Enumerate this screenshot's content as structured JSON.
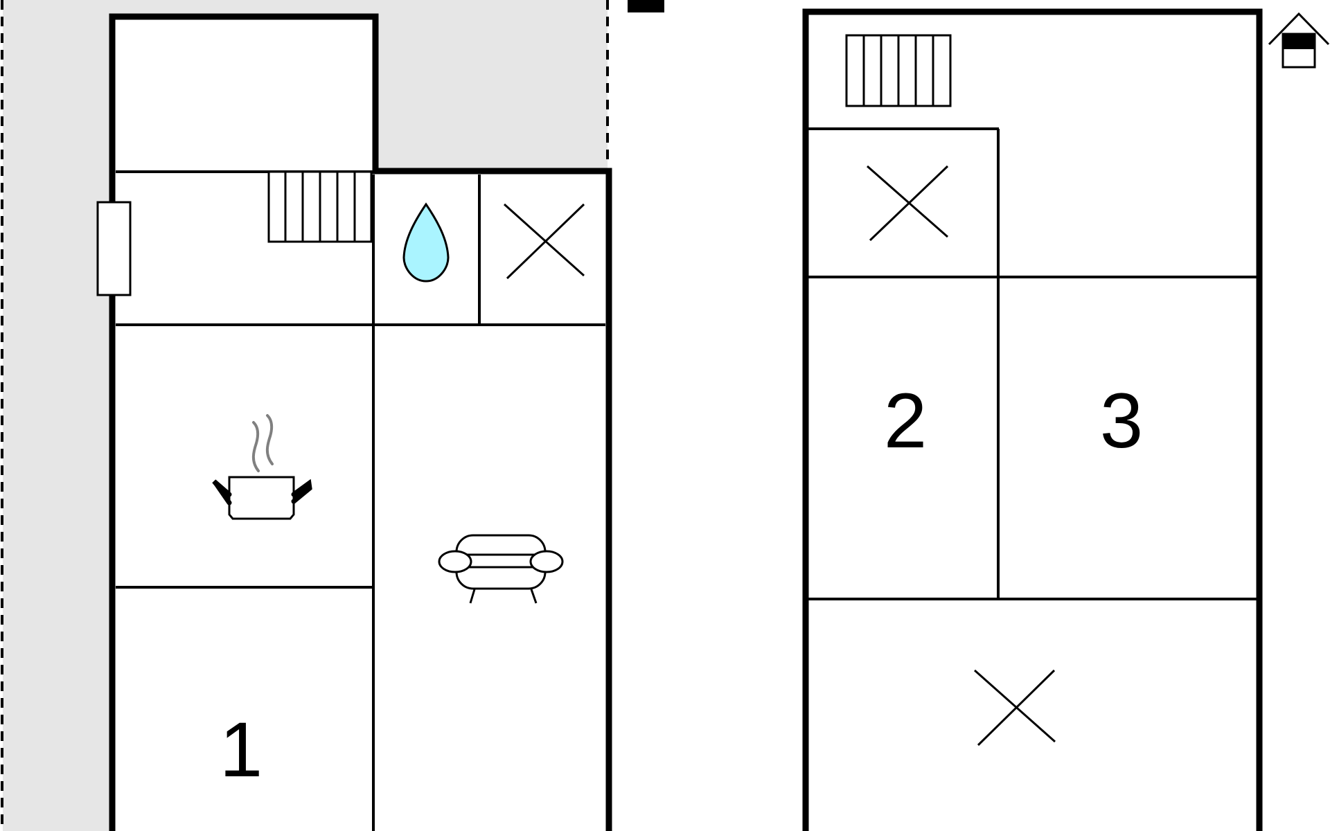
{
  "floor_plan": {
    "colors": {
      "wall": "#000000",
      "outdoor_area": "#e6e6e6",
      "water_drop": "#aaf4ff",
      "steam": "#808080",
      "background": "#ffffff"
    },
    "ground_floor": {
      "rooms": [
        {
          "id": "entrance-hall",
          "icon": "staircase-icon"
        },
        {
          "id": "bathroom",
          "icon": "water-drop-icon"
        },
        {
          "id": "storage-room",
          "icon": "cross-icon"
        },
        {
          "id": "kitchen",
          "icon": "cooking-pot-icon"
        },
        {
          "id": "living-room",
          "icon": "sofa-icon"
        },
        {
          "id": "bedroom-1",
          "label": "1"
        }
      ]
    },
    "upper_floor": {
      "marker_icon": "upper-floor-house-icon",
      "rooms": [
        {
          "id": "landing",
          "icon": "staircase-icon"
        },
        {
          "id": "closet",
          "icon": "cross-icon"
        },
        {
          "id": "bedroom-2",
          "label": "2"
        },
        {
          "id": "bedroom-3",
          "label": "3"
        },
        {
          "id": "attic",
          "icon": "cross-icon"
        }
      ]
    }
  }
}
